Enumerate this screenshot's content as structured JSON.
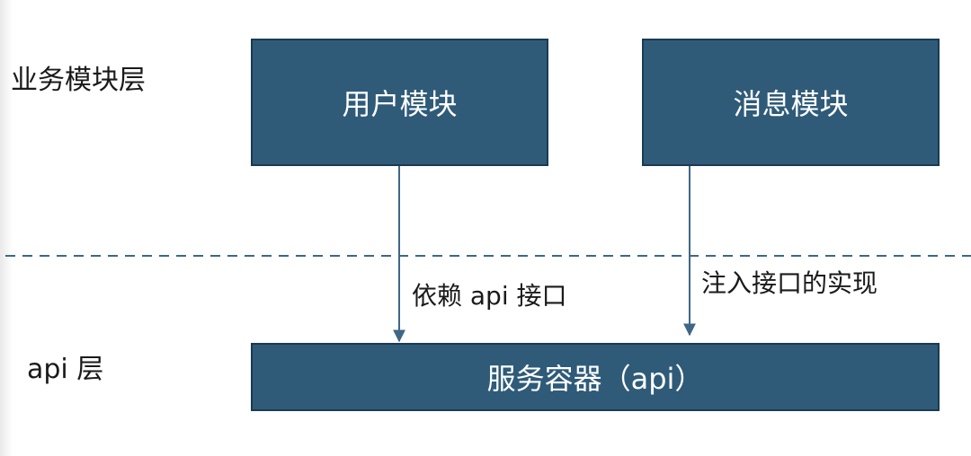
{
  "layers": {
    "business": "业务模块层",
    "api": "api 层"
  },
  "modules": {
    "user": "用户模块",
    "message": "消息模块"
  },
  "container": "服务容器（api）",
  "edges": {
    "depend": "依赖 api 接口",
    "inject": "注入接口的实现"
  },
  "colors": {
    "box_fill": "#2f5b79",
    "box_border": "#1b3a52",
    "line": "#3f6785",
    "text": "#1a1a1a"
  }
}
